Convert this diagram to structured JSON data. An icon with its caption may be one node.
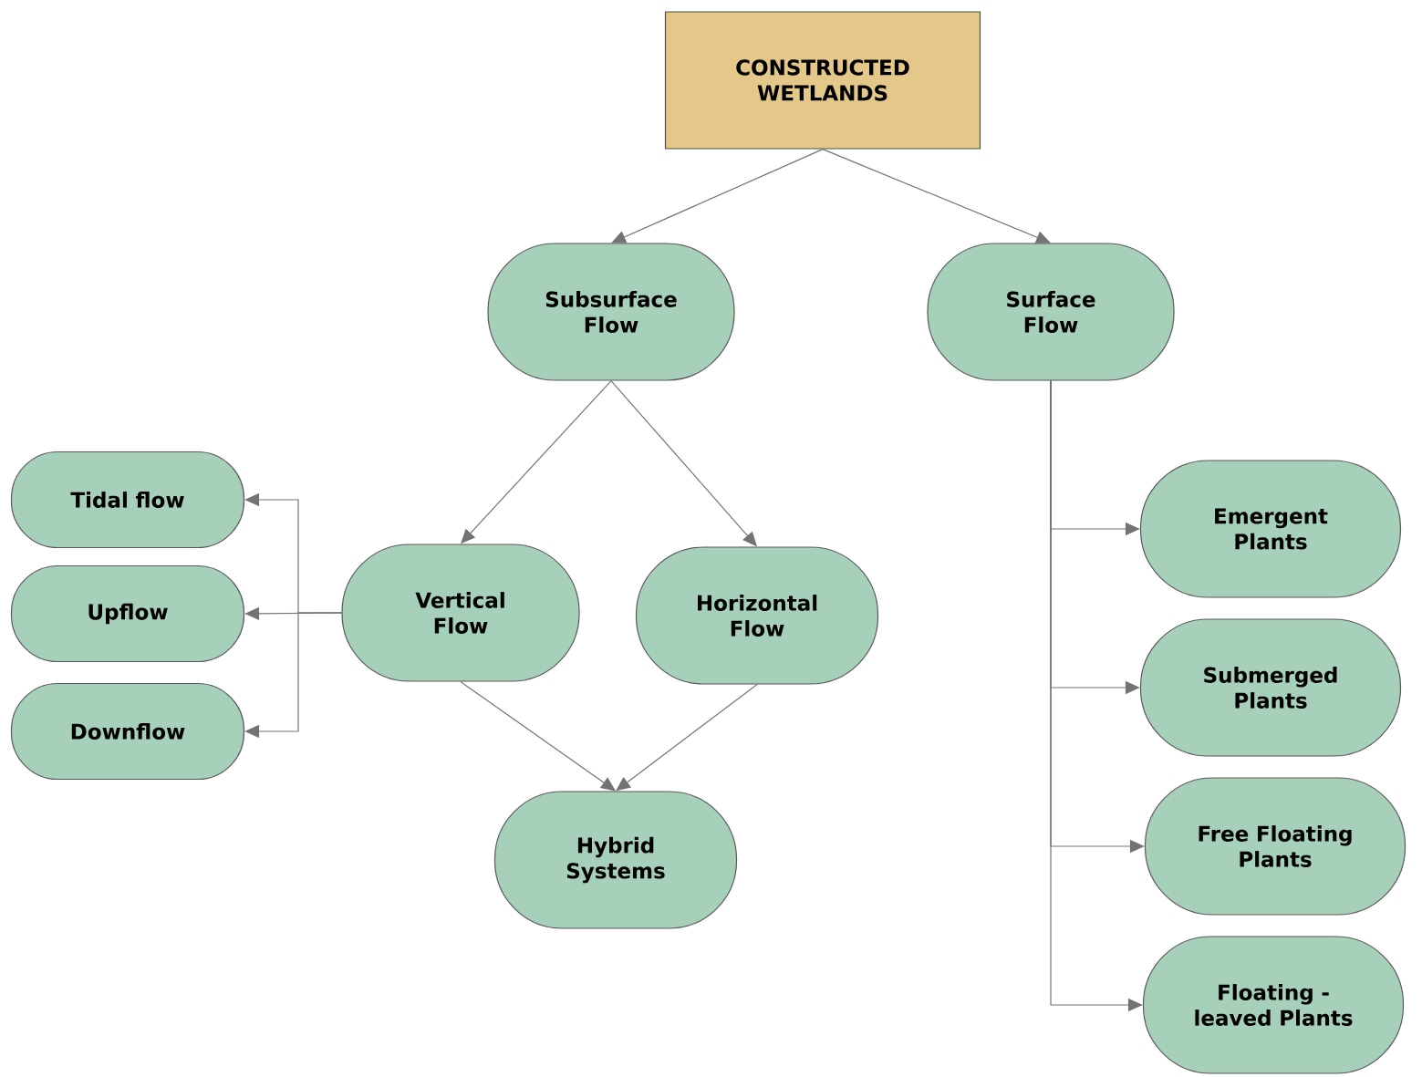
{
  "diagram": {
    "nodes": [
      {
        "text": [
          "CONSTRUCTED WETLANDS"
        ]
      },
      {
        "text": [
          "Subsurface Flow"
        ]
      },
      {
        "text": [
          "Surface Flow"
        ]
      },
      {
        "text": [
          "Tidal flow"
        ]
      },
      {
        "text": [
          "Upflow"
        ]
      },
      {
        "text": [
          "Downflow"
        ]
      },
      {
        "text": [
          "Vertical Flow"
        ]
      },
      {
        "text": [
          "Horizontal Flow"
        ]
      },
      {
        "text": [
          "Hybrid Systems"
        ]
      },
      {
        "text": [
          "Emergent Plants"
        ]
      },
      {
        "text": [
          "Submerged Plants"
        ]
      },
      {
        "text": [
          "Free Floating Plants"
        ]
      },
      {
        "text": [
          "Floating - leaved Plants"
        ]
      }
    ],
    "edges": [
      {
        "from": 0,
        "to": 1,
        "arrow": "to"
      },
      {
        "from": 0,
        "to": 2,
        "arrow": "to"
      },
      {
        "from": 1,
        "to": 6,
        "arrow": "to"
      },
      {
        "from": 1,
        "to": 7,
        "arrow": "to"
      },
      {
        "from": 6,
        "to": 3,
        "arrow": "to"
      },
      {
        "from": 6,
        "to": 4,
        "arrow": "to"
      },
      {
        "from": 6,
        "to": 5,
        "arrow": "to"
      },
      {
        "from": 6,
        "to": 8,
        "arrow": "to"
      },
      {
        "from": 7,
        "to": 8,
        "arrow": "to"
      },
      {
        "from": 2,
        "to": 9,
        "arrow": "to"
      },
      {
        "from": 2,
        "to": 10,
        "arrow": "to"
      },
      {
        "from": 2,
        "to": 11,
        "arrow": "to"
      },
      {
        "from": 2,
        "to": 12,
        "arrow": "to"
      }
    ]
  }
}
